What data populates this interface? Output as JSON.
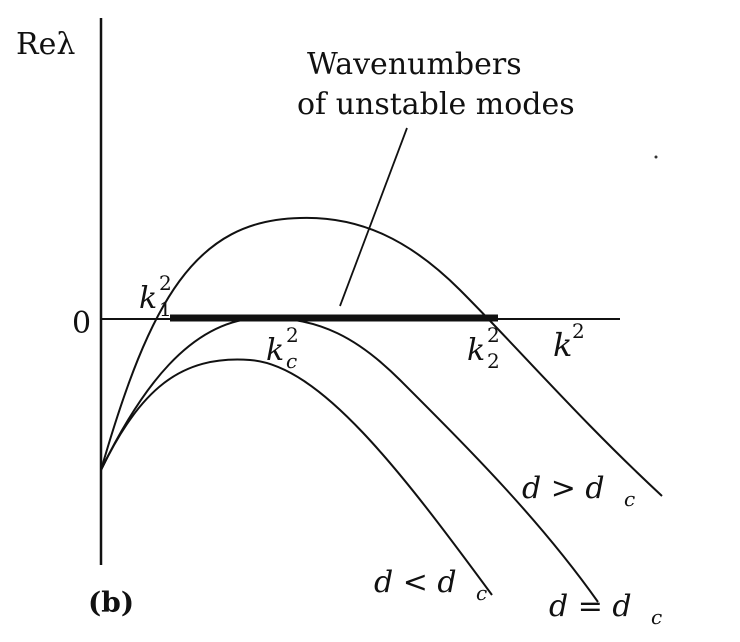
{
  "figure": {
    "panel_label": "(b)",
    "y_axis_label": "Reλ",
    "x_axis_label": "k",
    "x_axis_label_sup": "2",
    "zero_label": "0",
    "annotation_line1": "Wavenumbers",
    "annotation_line2": "of unstable modes",
    "k1": {
      "base": "k",
      "sup": "2",
      "sub": "1"
    },
    "kc": {
      "base": "k",
      "sup": "2",
      "sub": "c"
    },
    "k2": {
      "base": "k",
      "sup": "2",
      "sub": "2"
    },
    "curve_labels": {
      "greater": "d > d",
      "equal": "d = d",
      "less": "d < d",
      "sub": "c"
    }
  }
}
